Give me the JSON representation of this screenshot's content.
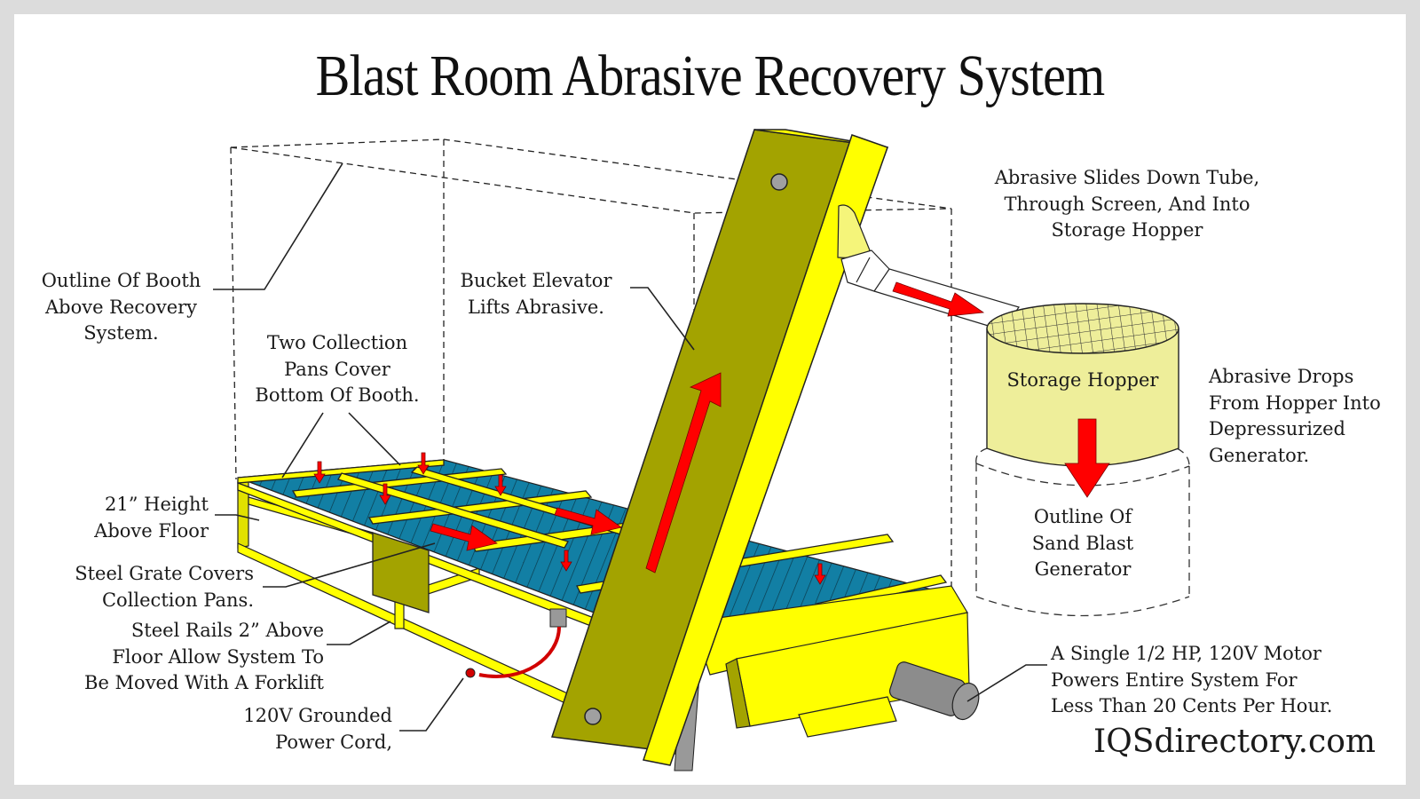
{
  "title": "Blast Room Abrasive Recovery System",
  "brand": "IQSdirectory.com",
  "colors": {
    "frame_yellow": "#ffff00",
    "elevator_olive": "#a3a300",
    "grate_blue": "#127fa4",
    "arrow_red": "#ff0000",
    "hopper_fill": "#eeee9a",
    "motor_gray": "#8c8c8c",
    "background_border": "#dcdcdc"
  },
  "labels": {
    "booth_outline": "Outline Of Booth\nAbove Recovery\nSystem.",
    "collection_pans": "Two Collection\nPans Cover\nBottom Of Booth.",
    "bucket_elevator": "Bucket Elevator\nLifts Abrasive.",
    "tube": "Abrasive Slides Down Tube,\nThrough Screen, And Into\nStorage Hopper",
    "hopper": "Storage Hopper",
    "hopper_drop": "Abrasive Drops\nFrom Hopper Into\nDepressurized\nGenerator.",
    "generator_outline": "Outline Of\nSand Blast\nGenerator",
    "height": "21” Height\nAbove Floor",
    "grate": "Steel Grate Covers\nCollection Pans.",
    "rails": "Steel Rails 2” Above\nFloor Allow System To\nBe Moved With A Forklift",
    "power_cord": "120V Grounded\nPower Cord,",
    "motor": "A Single 1/2 HP, 120V Motor\nPowers Entire System For\nLess Than 20 Cents Per Hour."
  }
}
